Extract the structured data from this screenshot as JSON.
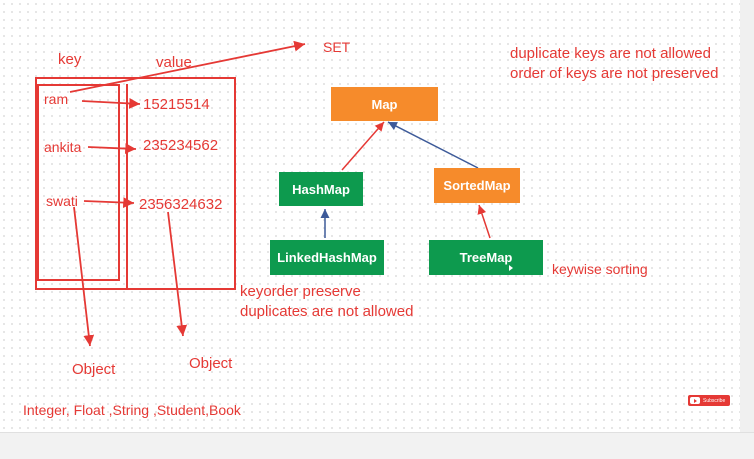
{
  "annotations": {
    "key_label": "key",
    "value_label": "value",
    "set_label": "SET",
    "duplicate_keys": "duplicate keys are not allowed",
    "order_keys": "order of keys are not preserved",
    "keyorder_preserve": "keyorder preserve",
    "duplicates_not_allowed": "duplicates are not allowed",
    "keywise_sorting": "keywise sorting",
    "object_left": "Object",
    "object_right": "Object",
    "types_list": "Integer, Float ,String ,Student,Book"
  },
  "entries": [
    {
      "key": "ram",
      "value": "15215514"
    },
    {
      "key": "ankita",
      "value": "235234562"
    },
    {
      "key": "swati",
      "value": "2356324632"
    }
  ],
  "hierarchy": {
    "map": "Map",
    "hashmap": "HashMap",
    "sortedmap": "SortedMap",
    "linkedhashmap": "LinkedHashMap",
    "treemap": "TreeMap"
  },
  "subscribe": "Subscribe",
  "colors": {
    "annotation": "#e53935",
    "orange_box": "#f68b2b",
    "green_box": "#0d9a4e",
    "connector": "#3d5a99"
  }
}
